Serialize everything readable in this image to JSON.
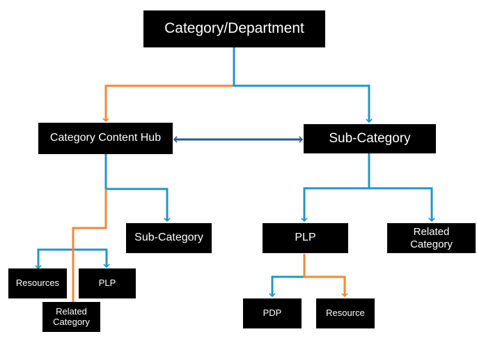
{
  "diagram": {
    "nodes": {
      "category_department": "Category/Department",
      "category_content_hub": "Category Content Hub",
      "sub_category_main": "Sub-Category",
      "sub_category_hub": "Sub-Category",
      "plp_main": "PLP",
      "related_category_main": "Related Category",
      "resources": "Resources",
      "plp_hub": "PLP",
      "related_category_hub": "Related Category",
      "pdp": "PDP",
      "resource": "Resource"
    },
    "colors": {
      "node_fill": "#000000",
      "node_text": "#ffffff",
      "connector_blue": "#2196C8",
      "connector_orange": "#F0883A",
      "connector_navy": "#2C5A8C"
    }
  }
}
